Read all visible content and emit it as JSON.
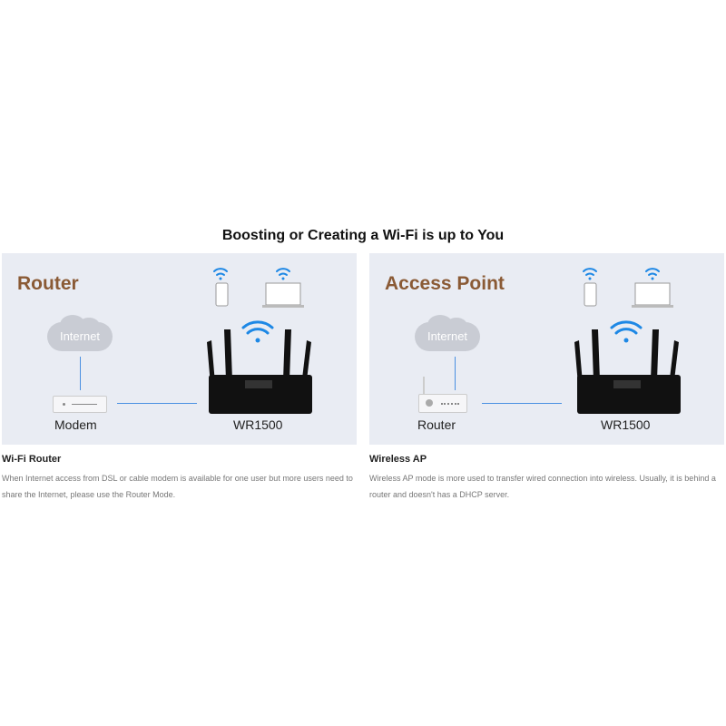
{
  "heading": "Boosting or Creating a Wi-Fi is up to You",
  "panels": [
    {
      "title": "Router",
      "cloud_label": "Internet",
      "device_label": "Modem",
      "router_model": "WR1500",
      "desc_title": "Wi-Fi Router",
      "desc_text": "When Internet access from DSL or cable modem is available for one user but more users need to share the Internet, please use the Router Mode."
    },
    {
      "title": "Access Point",
      "cloud_label": "Internet",
      "device_label": "Router",
      "router_model": "WR1500",
      "desc_title": "Wireless AP",
      "desc_text": "Wireless AP mode is more used to transfer wired connection into wireless. Usually, it is behind a router and doesn't has a DHCP server."
    }
  ],
  "colors": {
    "accent": "#8a5a35",
    "wifi": "#1e88e5",
    "panel_bg": "#e9ecf3"
  }
}
